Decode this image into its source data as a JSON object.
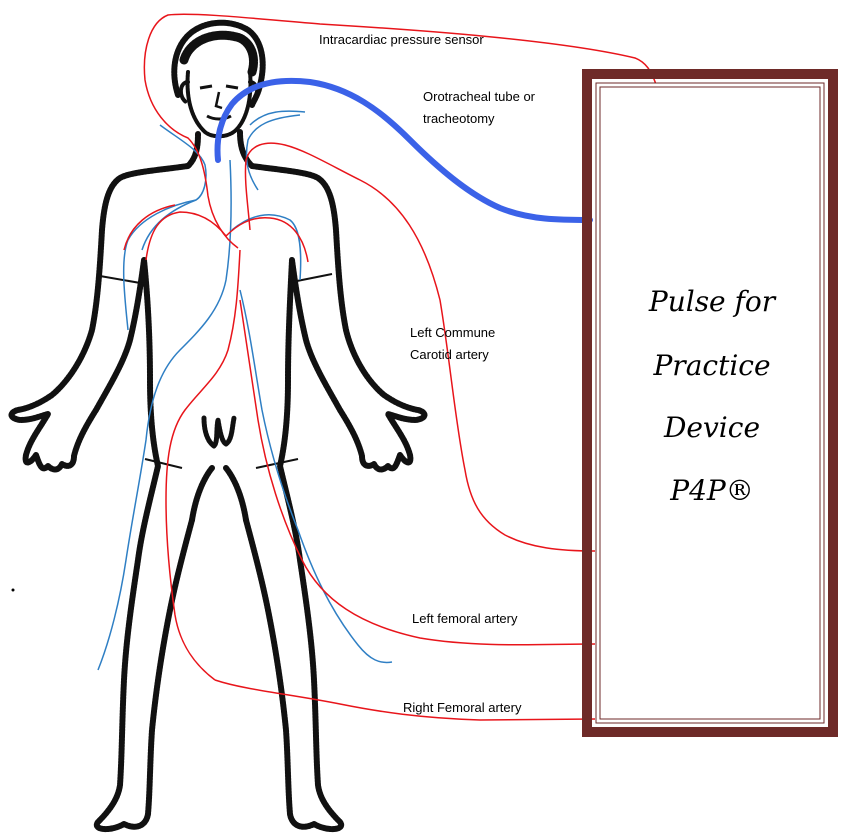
{
  "labels": {
    "intracardiac": "Intracardiac pressure sensor",
    "orotracheal_line1": "Orotracheal tube or",
    "orotracheal_line2": "tracheotomy",
    "carotid_line1": "Left Commune",
    "carotid_line2": "Carotid artery",
    "left_femoral": "Left femoral artery",
    "right_femoral": "Right Femoral artery"
  },
  "device": {
    "line1": "Pulse for",
    "line2": "Practice",
    "line3": "Device",
    "line4": "P4P®",
    "border_color": "#6e2a28"
  },
  "colors": {
    "artery": "#e8151b",
    "vein": "#2f7fc4",
    "tube": "#3b62e8",
    "body": "#111111"
  }
}
